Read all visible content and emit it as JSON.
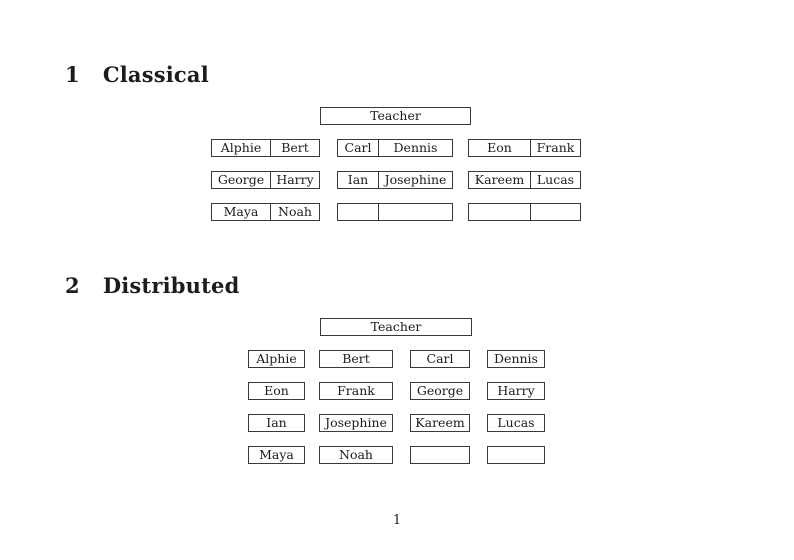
{
  "page": {
    "number": "1"
  },
  "sections": {
    "classical": {
      "number": "1",
      "title": "Classical",
      "teacher_label": "Teacher",
      "rows": [
        {
          "groups": [
            {
              "cells": [
                "Alphie",
                "Bert"
              ]
            },
            {
              "cells": [
                "Carl",
                "Dennis"
              ]
            },
            {
              "cells": [
                "Eon",
                "Frank"
              ]
            }
          ]
        },
        {
          "groups": [
            {
              "cells": [
                "George",
                "Harry"
              ]
            },
            {
              "cells": [
                "Ian",
                "Josephine"
              ]
            },
            {
              "cells": [
                "Kareem",
                "Lucas"
              ]
            }
          ]
        },
        {
          "groups": [
            {
              "cells": [
                "Maya",
                "Noah"
              ]
            },
            {
              "cells": [
                "",
                ""
              ]
            },
            {
              "cells": [
                "",
                ""
              ]
            }
          ]
        }
      ]
    },
    "distributed": {
      "number": "2",
      "title": "Distributed",
      "teacher_label": "Teacher",
      "rows": [
        [
          "Alphie",
          "Bert",
          "Carl",
          "Dennis"
        ],
        [
          "Eon",
          "Frank",
          "George",
          "Harry"
        ],
        [
          "Ian",
          "Josephine",
          "Kareem",
          "Lucas"
        ],
        [
          "Maya",
          "Noah",
          "",
          ""
        ]
      ]
    }
  }
}
